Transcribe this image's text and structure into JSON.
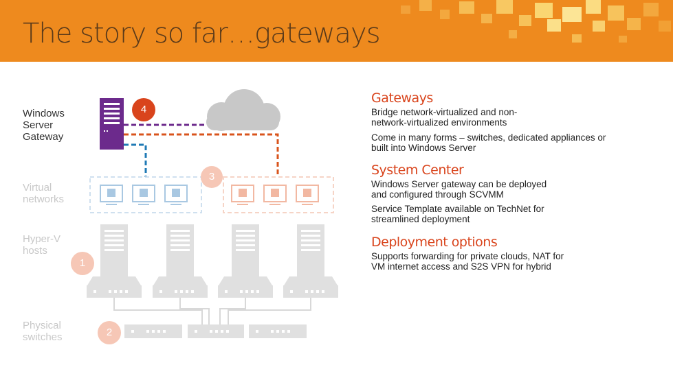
{
  "slide": {
    "title": "The story so far…gateways"
  },
  "diagram": {
    "labels": {
      "windows_server_gateway": "Windows Server Gateway",
      "virtual_networks": "Virtual networks",
      "hyperv_hosts": "Hyper-V hosts",
      "physical_switches": "Physical switches"
    },
    "badges": {
      "one": "1",
      "two": "2",
      "three": "3",
      "four": "4"
    },
    "colors": {
      "header_orange": "#ee8a1e",
      "gateway_purple": "#6c2a8c",
      "badge_red": "#d9441c",
      "network_blue": "#1f7ab5",
      "network_orange": "#d9541c",
      "faded_gray": "#d8d8d8"
    }
  },
  "sections": [
    {
      "heading": "Gateways",
      "paragraphs": [
        "Bridge network-virtualized and non-network-virtualized environments",
        "Come in many forms – switches, dedicated appliances or built into Windows Server"
      ]
    },
    {
      "heading": "System Center",
      "paragraphs": [
        "Windows Server gateway can be deployed and configured through SCVMM",
        "Service Template available on TechNet for streamlined deployment"
      ]
    },
    {
      "heading": "Deployment options",
      "paragraphs": [
        "Supports forwarding for private clouds, NAT for VM internet access and S2S VPN for hybrid"
      ]
    }
  ]
}
